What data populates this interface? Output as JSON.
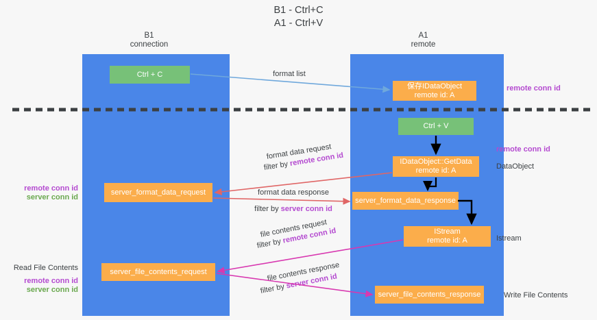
{
  "title": "B1 - Ctrl+C\nA1 - Ctrl+V",
  "columns": {
    "left": {
      "name": "B1",
      "role": "connection"
    },
    "right": {
      "name": "A1",
      "role": "remote"
    }
  },
  "colors": {
    "lane": "#4a86e8",
    "green_box": "#77c178",
    "orange_box": "#fbad4b",
    "remote_conn_id": "#b44ad0",
    "server_conn_id": "#6aa84f",
    "red_arrow": "#e06666",
    "pink_arrow": "#d838b0",
    "blue_arrow": "#6fa8dc",
    "black_arrow": "#000000",
    "divider": "#3c4043"
  },
  "boxes": {
    "ctrl_c": "Ctrl + C",
    "ctrl_v": "Ctrl + V",
    "idataobject": "保存IDataObject\nremote id: A",
    "idataobject_getdata": "IDataObject::GetData\nremote id: A",
    "istream": "IStream\nremote id: A",
    "server_format_data_request": "server_format_data_request",
    "server_format_data_response": "server_format_data_response",
    "server_file_contents_request": "server_file_contents_request",
    "server_file_contents_response": "server_file_contents_response"
  },
  "edge_labels": {
    "format_list": "format list",
    "format_data_request": "format data request",
    "format_data_response": "format data response",
    "file_contents_request": "file contents request",
    "file_contents_response": "file contents response",
    "filter_by": "filter by ",
    "remote_conn_id": "remote conn id",
    "server_conn_id": "server conn id"
  },
  "side_labels": {
    "right_remote_conn_id_top": "remote conn id",
    "right_remote_conn_id_mid": "remote conn id",
    "right_dataobject": "DataObject",
    "right_istream": "Istream",
    "right_write_file_contents": "Write File Contents",
    "left_remote_conn_id": "remote conn id",
    "left_server_conn_id": "server conn id",
    "left_read_file_contents": "Read File Contents",
    "left_remote_conn_id_2": "remote conn id",
    "left_server_conn_id_2": "server conn id"
  }
}
